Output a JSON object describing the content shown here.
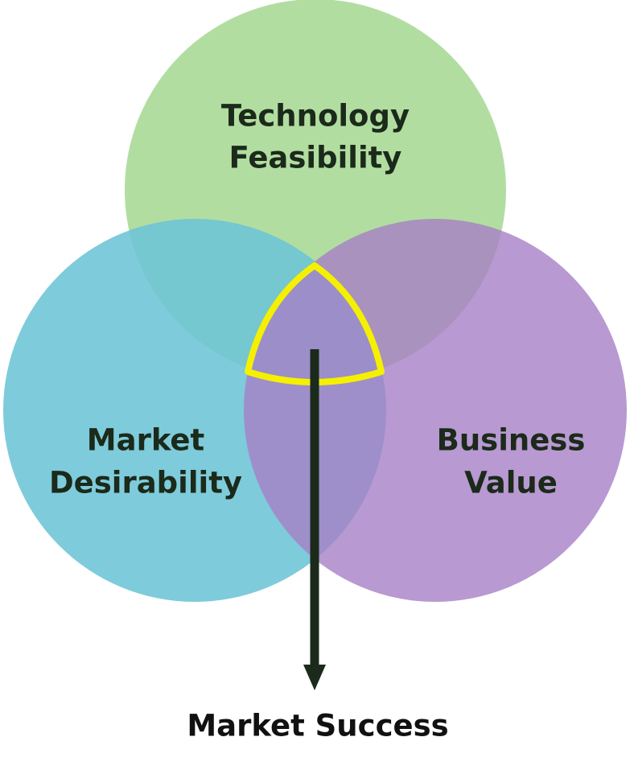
{
  "diagram": {
    "circles": [
      {
        "id": "technology",
        "lines": [
          "Technology",
          "Feasibility"
        ],
        "color": "#9fd48a"
      },
      {
        "id": "market",
        "lines": [
          "Market",
          "Desirability"
        ],
        "color": "#6cc4d6"
      },
      {
        "id": "business",
        "lines": [
          "Business",
          "Value"
        ],
        "color": "#a67fc6"
      }
    ],
    "label_color": "#1b2a1a",
    "center_highlight_color": "#f5f000",
    "arrow_color": "#1b2a1a",
    "outcome": "Market Success",
    "outcome_color": "#111111"
  }
}
